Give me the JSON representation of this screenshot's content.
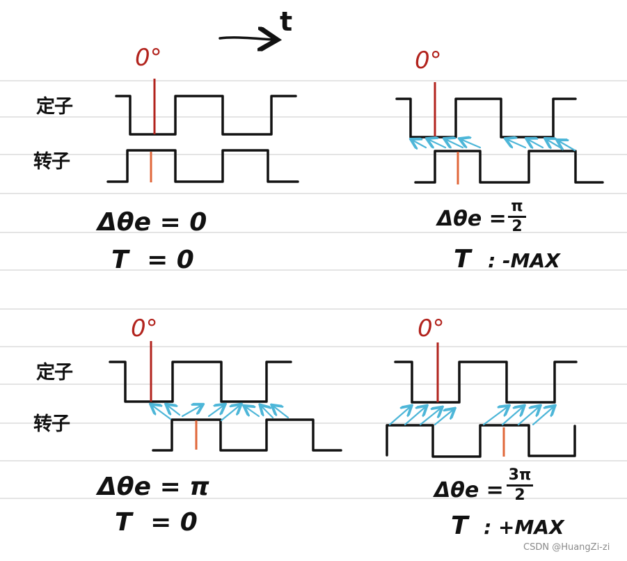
{
  "time_arrow_label": "t",
  "row_labels": {
    "stator": "定子",
    "rotor": "转子"
  },
  "zero_marker": "0°",
  "panels": [
    {
      "id": "top-left",
      "delta_theta": "Δθe",
      "delta_value": "= 0",
      "torque_label": "T",
      "torque_value": "= 0"
    },
    {
      "id": "top-right",
      "delta_theta": "Δθe",
      "delta_value": "=",
      "delta_frac_num": "π",
      "delta_frac_den": "2",
      "torque_label": "T",
      "torque_value": ":  -MAX"
    },
    {
      "id": "bottom-left",
      "delta_theta": "Δθe",
      "delta_value": "= π",
      "torque_label": "T",
      "torque_value": "= 0"
    },
    {
      "id": "bottom-right",
      "delta_theta": "Δθe",
      "delta_value": "=",
      "delta_frac_num": "3π",
      "delta_frac_den": "2",
      "torque_label": "T",
      "torque_value": ":  +MAX"
    }
  ],
  "watermark": "CSDN @HuangZi-zi",
  "colors": {
    "ink": "#111111",
    "zero_line": "#b2231d",
    "rotor_marker": "#e0673a",
    "force_arrow": "#4db6d8",
    "ruled_line": "#c8c8c8"
  }
}
